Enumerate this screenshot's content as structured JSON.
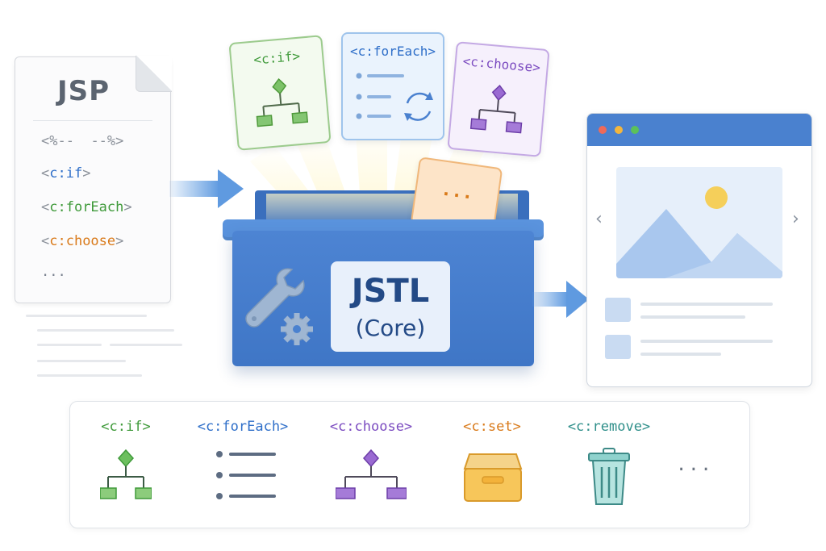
{
  "jsp_document": {
    "title": "JSP",
    "lines": [
      {
        "open": "<%--",
        "close": "--%>"
      },
      {
        "open": "<",
        "tag": "c:if",
        "close": ">"
      },
      {
        "open": "<",
        "tag": "c:forEach",
        "close": ">"
      },
      {
        "open": "<",
        "tag": "c:choose",
        "close": ">"
      },
      {
        "text": "..."
      }
    ]
  },
  "floating_cards": {
    "if_label": "<c:if>",
    "foreach_label": "<c:forEach>",
    "choose_label": "<c:choose>",
    "more_label": "..."
  },
  "box": {
    "title": "JSTL",
    "subtitle": "(Core)"
  },
  "tag_panel": {
    "items": [
      {
        "label": "<c:if>",
        "icon": "branch-icon"
      },
      {
        "label": "<c:forEach>",
        "icon": "list-icon"
      },
      {
        "label": "<c:choose>",
        "icon": "branch-icon"
      },
      {
        "label": "<c:set>",
        "icon": "drawer-icon"
      },
      {
        "label": "<c:remove>",
        "icon": "trash-icon"
      }
    ],
    "more_label": "..."
  },
  "colors": {
    "green": "#3f9a3a",
    "blue": "#2f6fc9",
    "purple": "#7b4bc0",
    "orange": "#d97a1a",
    "teal": "#2f8f8a",
    "box_blue": "#4a81cf"
  }
}
